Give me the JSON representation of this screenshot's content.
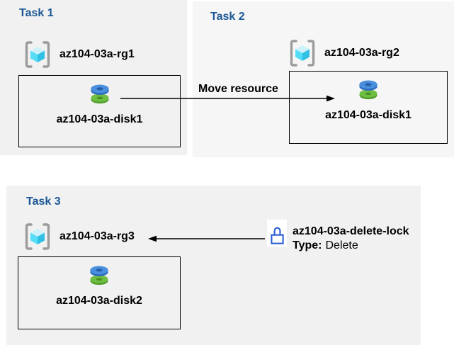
{
  "diagram": {
    "tasks": [
      {
        "title": "Task 1",
        "resource_group": "az104-03a-rg1",
        "resource": "az104-03a-disk1"
      },
      {
        "title": "Task 2",
        "resource_group": "az104-03a-rg2",
        "resource": "az104-03a-disk1"
      },
      {
        "title": "Task 3",
        "resource_group": "az104-03a-rg3",
        "resource": "az104-03a-disk2"
      }
    ],
    "move_arrow": {
      "label": "Move resource"
    },
    "delete_lock": {
      "name": "az104-03a-delete-lock",
      "type_label": "Type:",
      "type_value": "Delete"
    },
    "icons": {
      "resource_group": "resource-group-icon",
      "disk": "disk-icon",
      "lock": "lock-icon"
    },
    "colors": {
      "task_title_blue": "#1b5796",
      "panel_gray": "#f1f1f1",
      "panel_light_gray": "#f6f6f6",
      "box_border": "#000000",
      "arrow": "#000000",
      "lock_blue": "#2a5cd3",
      "bracket_gray": "#9b9b9b",
      "cube_top": "#cdf1fb",
      "cube_left": "#55ddf7",
      "cube_right": "#2fc0e3",
      "disk_blue": "#4a8fdd",
      "disk_blue_dark": "#2c6abf",
      "disk_blue_hole": "#255da9",
      "disk_green": "#6fbe44",
      "disk_green_dark": "#4f9e29",
      "disk_green_slot": "#478f1f"
    }
  }
}
